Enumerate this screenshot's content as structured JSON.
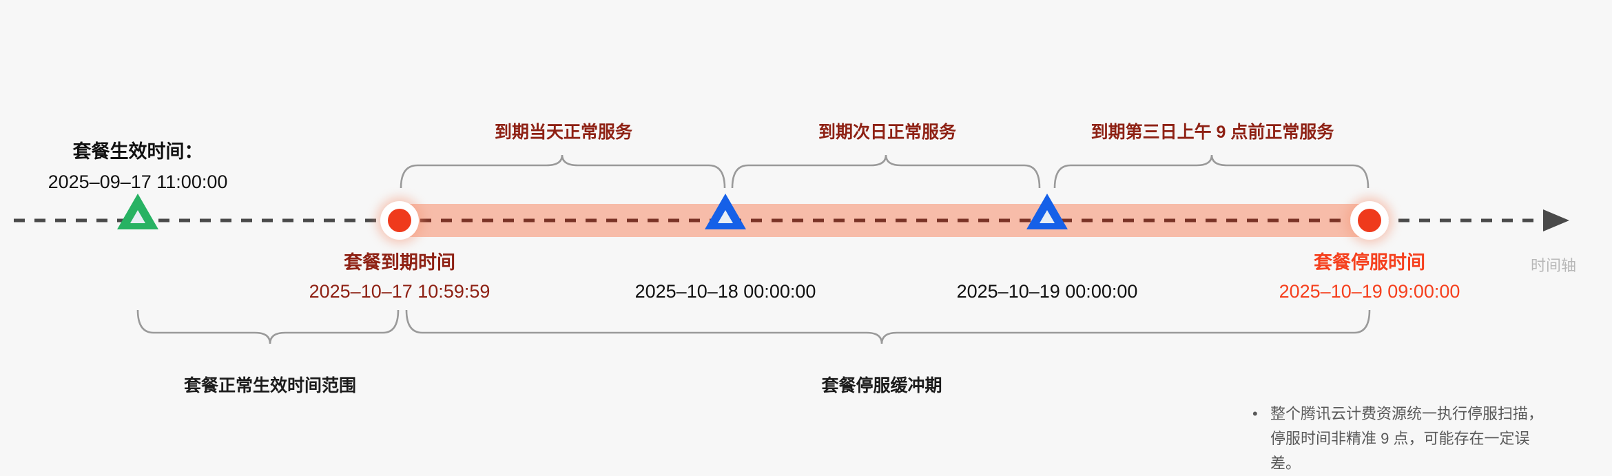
{
  "diagram": {
    "axis_label": "时间轴",
    "background_color": "#f7f7f7",
    "colors": {
      "start_marker": "#27b263",
      "expire_marker": "#ef3a1c",
      "mid_marker": "#1560e8",
      "buffer_band": "#f7bca9",
      "dark_red_text": "#8e2114",
      "red_text": "#f5401e",
      "brace_stroke": "#9a9a9a",
      "axis_stroke": "#4a4a4a"
    }
  },
  "markers": {
    "start": {
      "icon": "triangle-up-green",
      "title": "套餐生效时间：",
      "time": "2025–09–17 11:00:00"
    },
    "expire": {
      "icon": "circle-red",
      "title": "套餐到期时间",
      "time": "2025–10–17 10:59:59"
    },
    "day2": {
      "icon": "triangle-up-blue",
      "title": "",
      "time": "2025–10–18 00:00:00"
    },
    "day3": {
      "icon": "triangle-up-blue",
      "title": "",
      "time": "2025–10–19 00:00:00"
    },
    "stop": {
      "icon": "circle-red",
      "title": "套餐停服时间",
      "time": "2025–10–19 09:00:00"
    }
  },
  "top_braces": [
    {
      "label": "到期当天正常服务"
    },
    {
      "label": "到期次日正常服务"
    },
    {
      "label": "到期第三日上午 9 点前正常服务"
    }
  ],
  "bottom_braces": [
    {
      "label": "套餐正常生效时间范围"
    },
    {
      "label": "套餐停服缓冲期"
    }
  ],
  "footnote": {
    "bullet": "•",
    "text": "整个腾讯云计费资源统一执行停服扫描，停服时间非精准 9 点，可能存在一定误差。"
  }
}
